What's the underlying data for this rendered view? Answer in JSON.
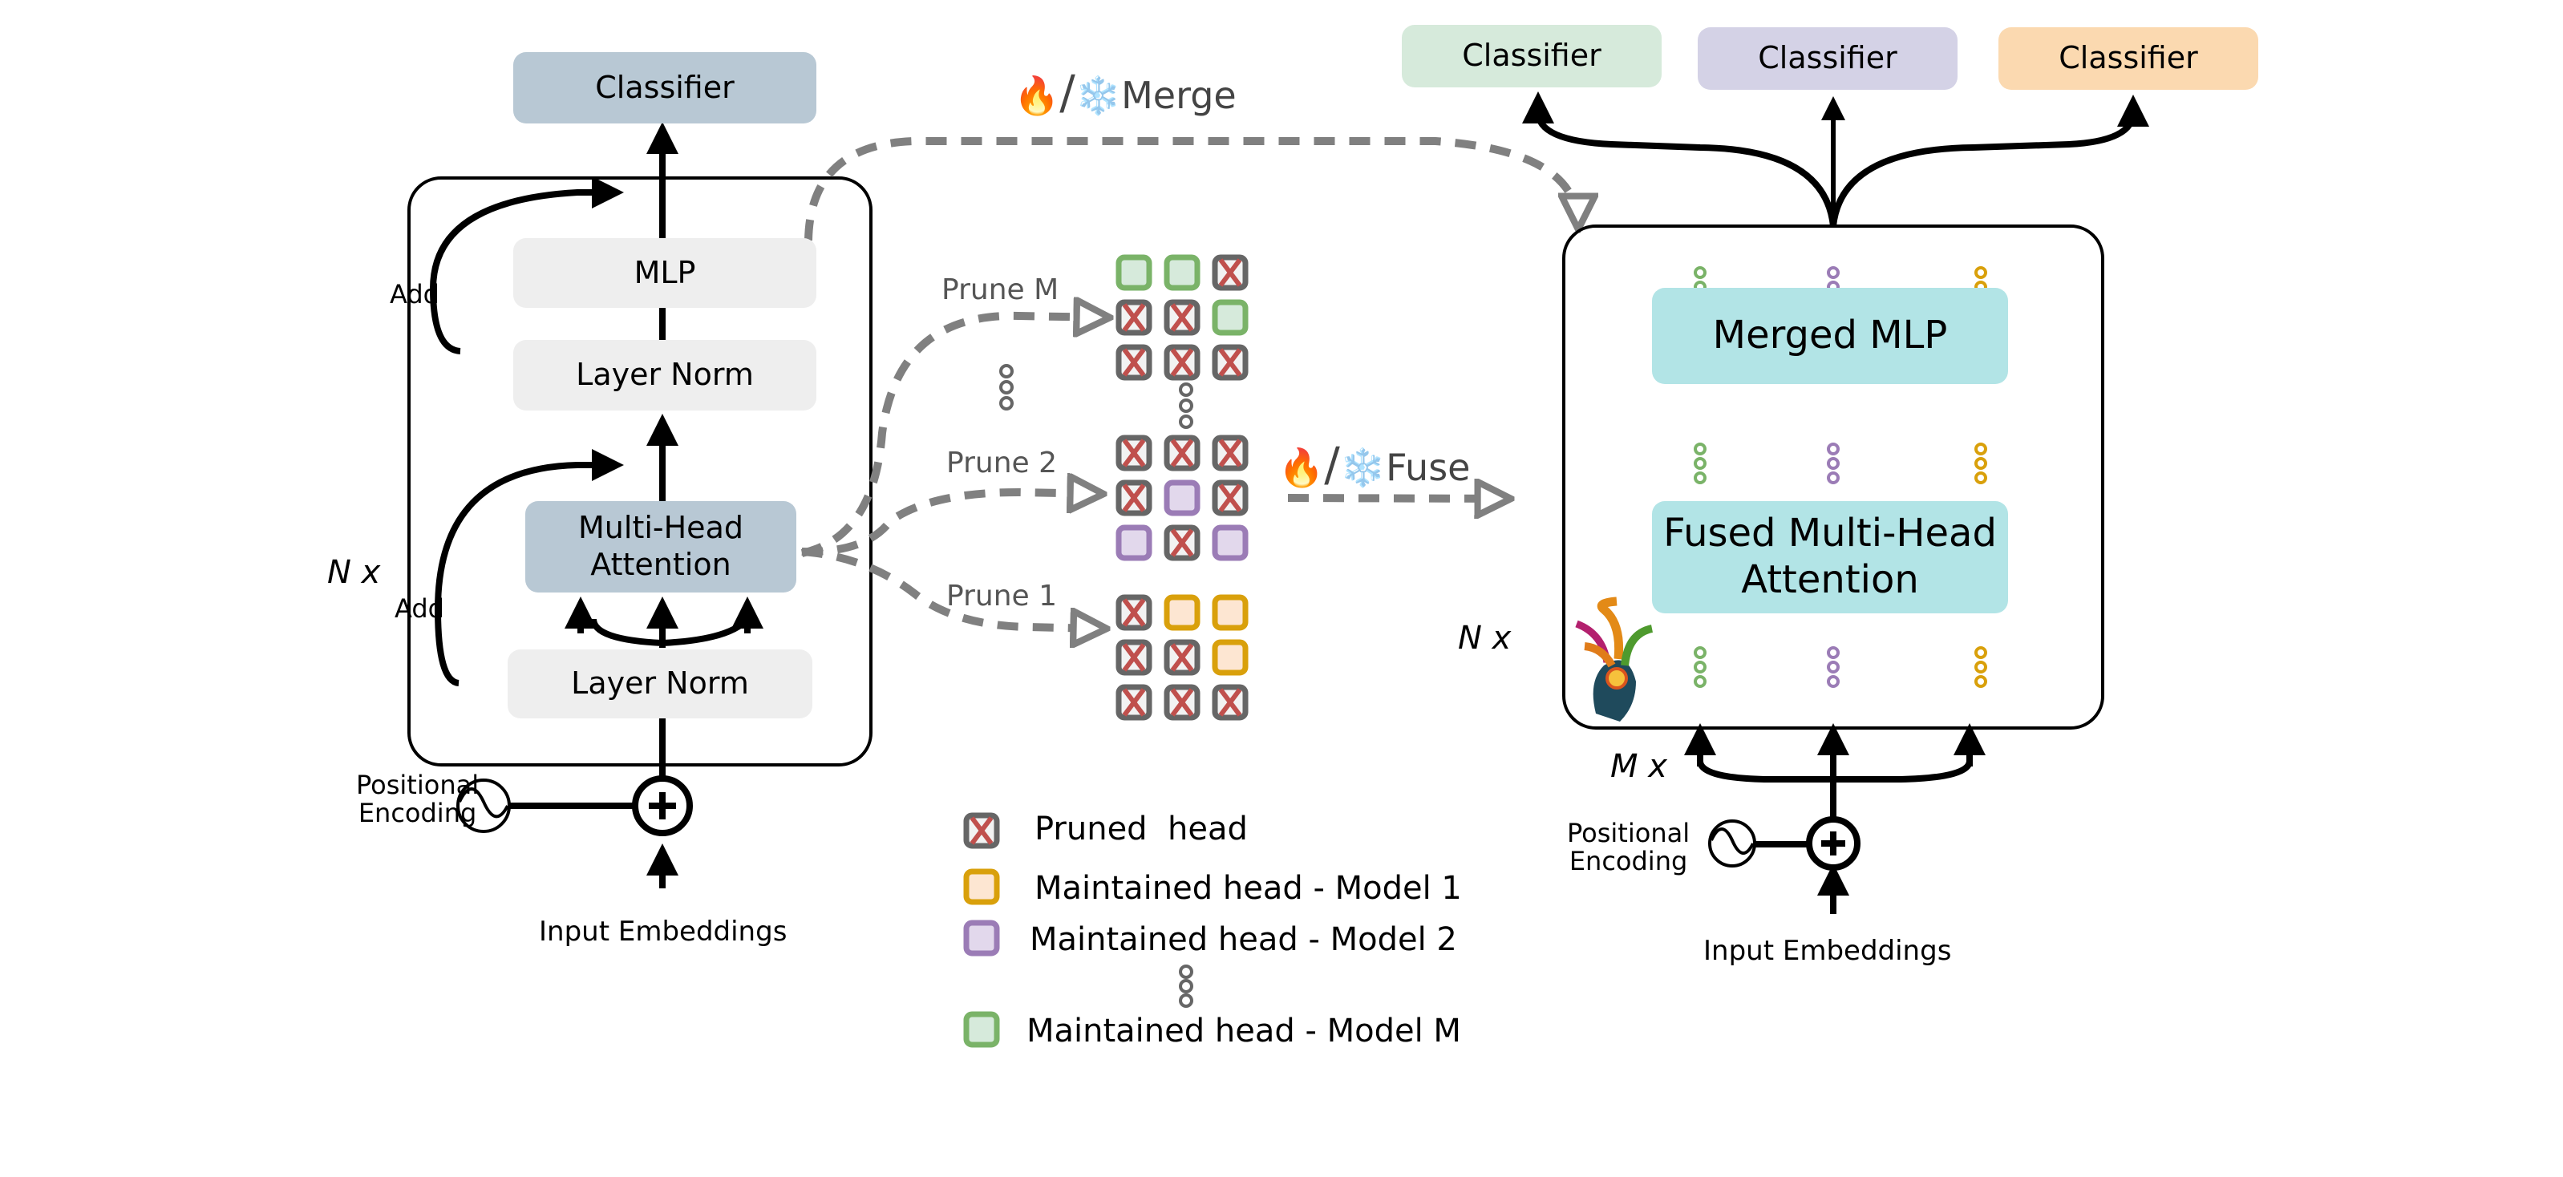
{
  "left_encoder": {
    "classifier": "Classifier",
    "mlp": "MLP",
    "layer_norm_top": "Layer Norm",
    "mha_line1": "Multi-Head",
    "mha_line2": "Attention",
    "layer_norm_bottom": "Layer Norm",
    "add_top": "Add",
    "add_bottom": "Add",
    "repeat": "N x",
    "positional_line1": "Positional",
    "positional_line2": "Encoding",
    "input": "Input Embeddings",
    "colors": {
      "classifier": "#b8c8d4",
      "mha": "#b8c8d4",
      "norm": "#eeeeee"
    }
  },
  "merge_label": "Merge",
  "fuse_label": "Fuse",
  "trainable_symbol": "🔥",
  "frozen_symbol": "❄️",
  "slash": "/",
  "prune": {
    "labels": [
      "Prune M",
      "Prune 2",
      "Prune 1"
    ],
    "grids": [
      {
        "name": "prune-m",
        "cells": [
          [
            "M",
            "M",
            "X"
          ],
          [
            "X",
            "X",
            "M"
          ],
          [
            "X",
            "X",
            "X"
          ]
        ],
        "model": "M"
      },
      {
        "name": "prune-2",
        "cells": [
          [
            "X",
            "X",
            "X"
          ],
          [
            "X",
            "M",
            "X"
          ],
          [
            "M",
            "X",
            "M"
          ]
        ],
        "model": "2"
      },
      {
        "name": "prune-1",
        "cells": [
          [
            "X",
            "M",
            "M"
          ],
          [
            "X",
            "X",
            "M"
          ],
          [
            "X",
            "X",
            "X"
          ]
        ],
        "model": "1"
      }
    ]
  },
  "legend": {
    "items": [
      {
        "kind": "pruned",
        "label": "Pruned  head"
      },
      {
        "kind": "model1",
        "label": "Maintained head - Model 1"
      },
      {
        "kind": "model2",
        "label": "Maintained head - Model 2"
      },
      {
        "kind": "modelM",
        "label": "Maintained head - Model M"
      }
    ]
  },
  "head_colors": {
    "pruned": {
      "stroke": "#666666",
      "fill": "#f2f2f2",
      "x": "#c0504d"
    },
    "model1": {
      "stroke": "#d9a00b",
      "fill": "#fde6d2"
    },
    "model2": {
      "stroke": "#9b7cb6",
      "fill": "#e2d8ec"
    },
    "modelM": {
      "stroke": "#7ab368",
      "fill": "#d6eadb"
    }
  },
  "right_model": {
    "classifiers": [
      {
        "label": "Classifier",
        "color": "#d6eadb"
      },
      {
        "label": "Classifier",
        "color": "#d4d2e6"
      },
      {
        "label": "Classifier",
        "color": "#fbd9b0"
      }
    ],
    "merged_mlp": "Merged MLP",
    "fused_line1": "Fused Multi-Head",
    "fused_line2": "Attention",
    "repeat_n": "N x",
    "repeat_m": "M x",
    "positional_line1": "Positional",
    "positional_line2": "Encoding",
    "input": "Input Embeddings",
    "block_color": "#b2e4e6",
    "dot_colors": [
      "#7ab368",
      "#9b7cb6",
      "#d9a00b"
    ]
  }
}
